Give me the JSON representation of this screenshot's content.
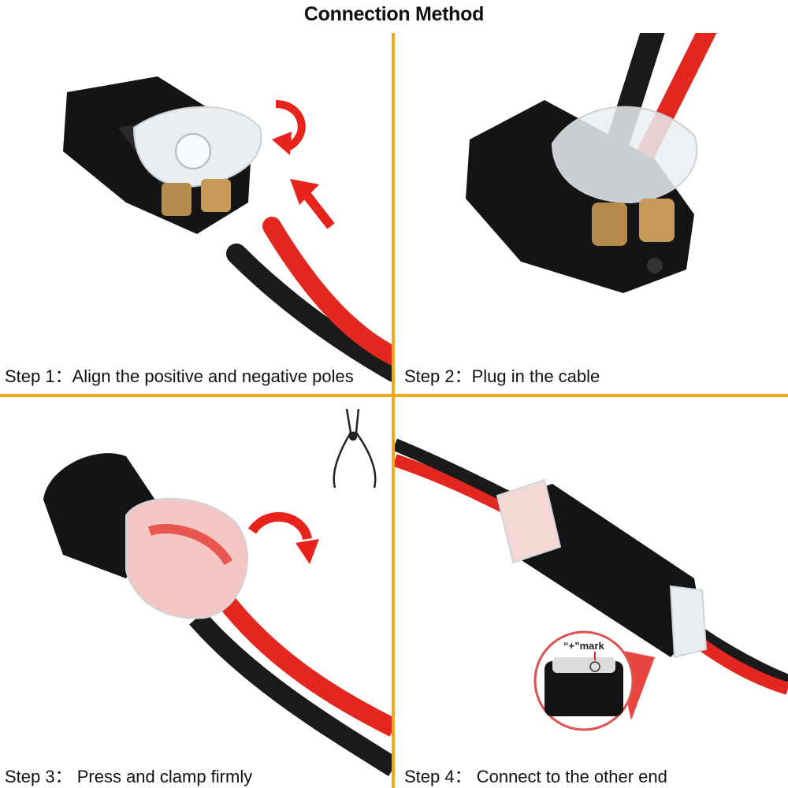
{
  "page": {
    "title": "Connection Method"
  },
  "steps": [
    {
      "label": "Step 1：Align the positive and negative poles"
    },
    {
      "label": "Step 2：Plug in the cable"
    },
    {
      "label": "Step 3： Press and clamp firmly"
    },
    {
      "label": "Step 4： Connect to the other end"
    }
  ],
  "inset": {
    "mark_label": "“+”mark"
  },
  "colors": {
    "divider": "#f0a81c",
    "arrow": "#e8231c",
    "wire_red": "#e3261f",
    "wire_black": "#1a1a1a",
    "housing": "#111111",
    "clip": "#e8eef2",
    "contact": "#b58a4a"
  },
  "icons": [
    "curved-arrow-icon",
    "up-arrow-icon",
    "pliers-icon",
    "magnifier-inset"
  ]
}
